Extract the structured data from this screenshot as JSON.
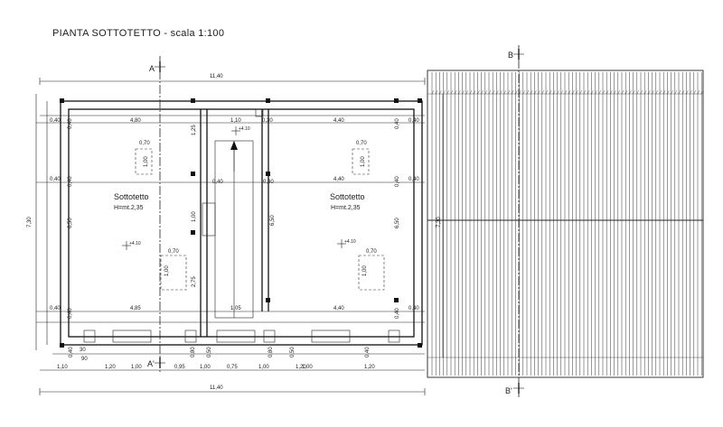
{
  "title": "PIANTA SOTTOTETTO - scala 1:100",
  "sections": {
    "a_top": "A",
    "a_bottom": "A'",
    "b_top": "B",
    "b_bottom": "B'"
  },
  "rooms": [
    {
      "name": "Sottotetto",
      "height": "H=mt.2,35"
    },
    {
      "name": "Sottotetto",
      "height": "H=mt.2,35"
    }
  ],
  "spot_levels": [
    "+4.10",
    "+4.10",
    "+4.10"
  ],
  "openings": [
    {
      "w": "0,70",
      "h": "1,00"
    },
    {
      "w": "0,70",
      "h": "1,00"
    },
    {
      "w": "0,70",
      "h": "1,00"
    },
    {
      "w": "0,70",
      "h": "1,00"
    }
  ],
  "dims": {
    "top_overall": "11,40",
    "bottom_overall": "11,40",
    "left_overall": "7,30",
    "hatch_side": "7,30",
    "top_row": [
      "0,40",
      "4,80",
      "1,10",
      "0,30",
      "4,40",
      "0,40"
    ],
    "mid_row": [
      "0,40",
      "4,40",
      "0,40"
    ],
    "bottom_row": [
      "0,40",
      "4,85",
      "1,05",
      "4,40",
      "0,40"
    ],
    "left_col": [
      "0,40",
      "0,40",
      "6,50",
      "0,40"
    ],
    "right_col": [
      "0,40",
      "0,40",
      "6,50",
      "0,40"
    ],
    "stair_col": [
      "1,25",
      "1,00",
      "2,75",
      "0,40",
      "0,30"
    ],
    "stair_side": [
      "6,50"
    ],
    "sill_row": [
      "0,40",
      "0,80",
      "0,50",
      "0,80",
      "0,50",
      "0,40"
    ],
    "bottom_chain": [
      "1,10",
      "1,20",
      "1,00",
      "0,95",
      "1,00",
      "0,75",
      "1,00",
      "1,20",
      "1,00",
      "1,20"
    ],
    "hand_notes": [
      "30",
      "90"
    ]
  }
}
